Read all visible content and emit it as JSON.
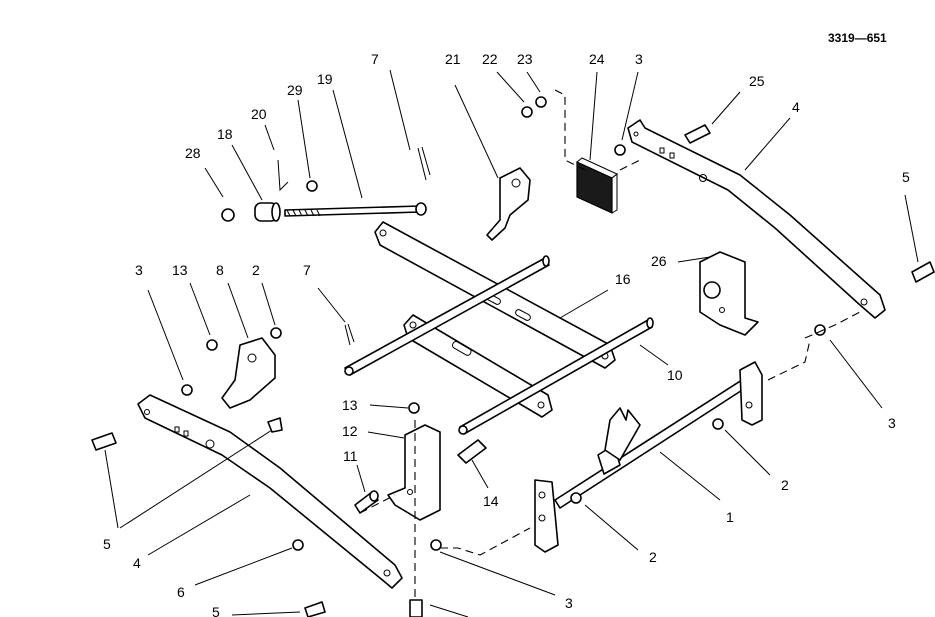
{
  "figure_id": "3319—651",
  "callouts": [
    {
      "id": "c7a",
      "text": "7"
    },
    {
      "id": "c21",
      "text": "21"
    },
    {
      "id": "c22",
      "text": "22"
    },
    {
      "id": "c23",
      "text": "23"
    },
    {
      "id": "c24",
      "text": "24"
    },
    {
      "id": "c3a",
      "text": "3"
    },
    {
      "id": "c25",
      "text": "25"
    },
    {
      "id": "c4a",
      "text": "4"
    },
    {
      "id": "c29",
      "text": "29"
    },
    {
      "id": "c19",
      "text": "19"
    },
    {
      "id": "c20",
      "text": "20"
    },
    {
      "id": "c18",
      "text": "18"
    },
    {
      "id": "c28",
      "text": "28"
    },
    {
      "id": "c5a",
      "text": "5"
    },
    {
      "id": "c26",
      "text": "26"
    },
    {
      "id": "c16",
      "text": "16"
    },
    {
      "id": "c3b",
      "text": "3"
    },
    {
      "id": "c13a",
      "text": "13"
    },
    {
      "id": "c8",
      "text": "8"
    },
    {
      "id": "c2a",
      "text": "2"
    },
    {
      "id": "c7b",
      "text": "7"
    },
    {
      "id": "c10",
      "text": "10"
    },
    {
      "id": "c3c",
      "text": "3"
    },
    {
      "id": "c13b",
      "text": "13"
    },
    {
      "id": "c12",
      "text": "12"
    },
    {
      "id": "c11",
      "text": "11"
    },
    {
      "id": "c14",
      "text": "14"
    },
    {
      "id": "c2b",
      "text": "2"
    },
    {
      "id": "c1",
      "text": "1"
    },
    {
      "id": "c5b",
      "text": "5"
    },
    {
      "id": "c4b",
      "text": "4"
    },
    {
      "id": "c6",
      "text": "6"
    },
    {
      "id": "c2c",
      "text": "2"
    },
    {
      "id": "c3d",
      "text": "3"
    },
    {
      "id": "c5c",
      "text": "5"
    }
  ]
}
